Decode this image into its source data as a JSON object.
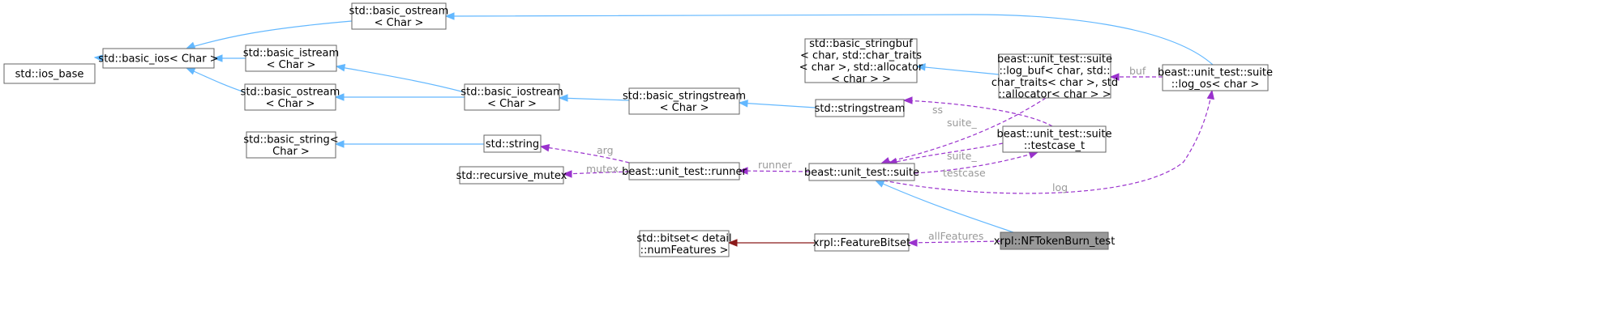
{
  "colors": {
    "inheritance": "#63b8ff",
    "usage": "#9a32cd",
    "template": "#8b1a1a",
    "focus_fill": "#999999"
  },
  "nodes": {
    "ios_base": {
      "lines": [
        "std::ios_base"
      ]
    },
    "basic_ios": {
      "lines": [
        "std::basic_ios< Char >"
      ]
    },
    "basic_ostream_top": {
      "lines": [
        "std::basic_ostream",
        "< Char >"
      ]
    },
    "basic_istream": {
      "lines": [
        "std::basic_istream",
        "< Char >"
      ]
    },
    "basic_ostream_mid": {
      "lines": [
        "std::basic_ostream",
        "< Char >"
      ]
    },
    "basic_string": {
      "lines": [
        "std::basic_string<",
        "Char >"
      ]
    },
    "recursive_mutex": {
      "lines": [
        "std::recursive_mutex"
      ]
    },
    "bitset": {
      "lines": [
        "std::bitset< detail",
        "::numFeatures >"
      ]
    },
    "basic_iostream": {
      "lines": [
        "std::basic_iostream",
        "< Char >"
      ]
    },
    "string": {
      "lines": [
        "std::string"
      ]
    },
    "basic_stringstream": {
      "lines": [
        "std::basic_stringstream",
        "< Char >"
      ]
    },
    "runner": {
      "lines": [
        "beast::unit_test::runner"
      ]
    },
    "feature_bitset": {
      "lines": [
        "xrpl::FeatureBitset"
      ]
    },
    "basic_stringbuf": {
      "lines": [
        "std::basic_stringbuf",
        "< char, std::char_traits",
        "< char >, std::allocator",
        "< char > >"
      ]
    },
    "stringstream": {
      "lines": [
        "std::stringstream"
      ]
    },
    "suite": {
      "lines": [
        "beast::unit_test::suite"
      ]
    },
    "log_buf": {
      "lines": [
        "beast::unit_test::suite",
        "::log_buf< char, std::",
        "char_traits< char >, std",
        "::allocator< char > >"
      ]
    },
    "testcase_t": {
      "lines": [
        "beast::unit_test::suite",
        "::testcase_t"
      ]
    },
    "nftoken": {
      "lines": [
        "xrpl::NFTokenBurn_test"
      ]
    },
    "log_os": {
      "lines": [
        "beast::unit_test::suite",
        "::log_os< char >"
      ]
    }
  },
  "edge_labels": {
    "buf": "buf",
    "ss": "ss",
    "suite_a": "suite_",
    "suite_b": "suite_",
    "testcase": "testcase",
    "log": "log",
    "arg": "arg",
    "mutex": "mutex",
    "runner": "runner",
    "allFeatures": "allFeatures"
  }
}
